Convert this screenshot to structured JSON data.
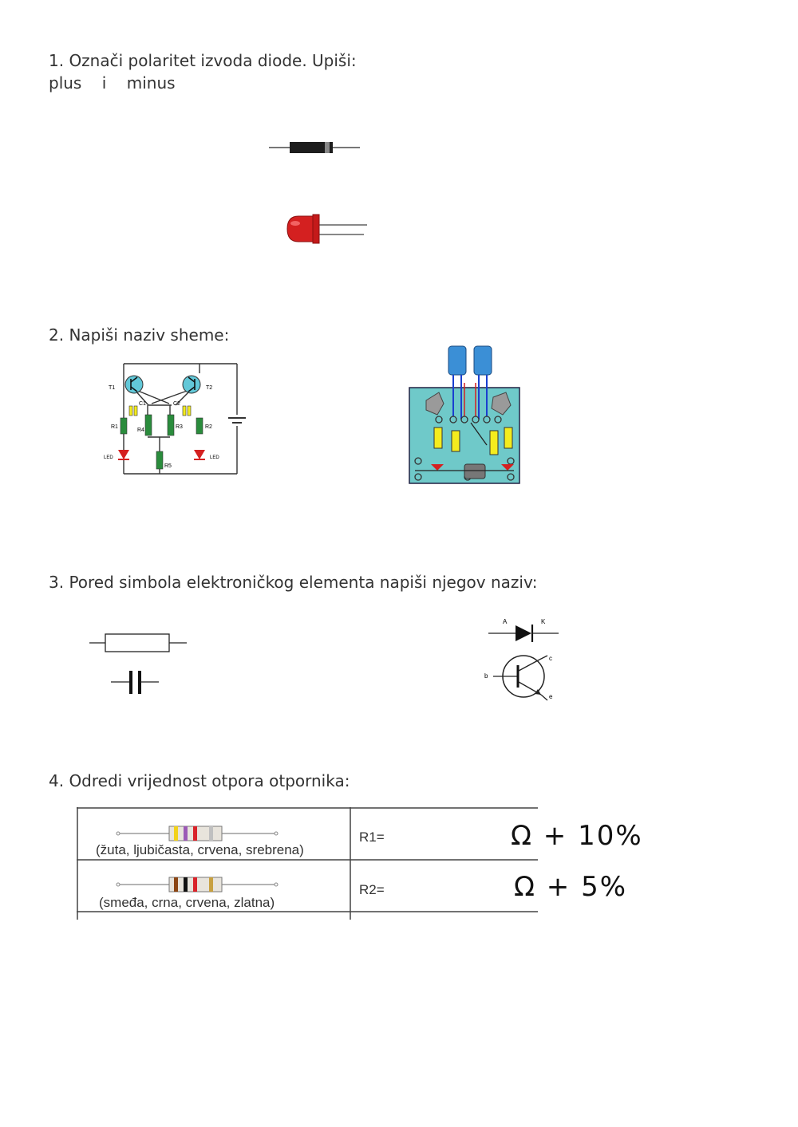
{
  "q1": {
    "line1": "1. Označi polaritet izvoda diode. Upiši:",
    "line2": "plus    i    minus"
  },
  "q2": {
    "title": "2. Napiši naziv sheme:",
    "labels": {
      "t1": "T1",
      "t2": "T2",
      "c1": "C1",
      "c2": "C2",
      "r1": "R1",
      "r2": "R2",
      "r3": "R3",
      "r4": "R4",
      "r5": "R5",
      "led1": "LED",
      "led2": "LED"
    }
  },
  "q3": {
    "title": "3. Pored simbola elektroničkog elementa napiši njegov naziv:",
    "diode": {
      "a": "A",
      "k": "K"
    },
    "transistor": {
      "b": "b",
      "c": "c",
      "e": "e"
    }
  },
  "q4": {
    "title": "4. Odredi vrijednost otpora otpornika:",
    "rows": [
      {
        "caption": "(žuta, ljubičasta, crvena, srebrena)",
        "label": "R1=",
        "answer": "Ω + 10%",
        "bands": [
          "#f2d21b",
          "#9b59b6",
          "#d9232a",
          "#c0c0c0"
        ]
      },
      {
        "caption": "(smeđa, crna, crvena, zlatna)",
        "label": "R2=",
        "answer": "Ω + 5%",
        "bands": [
          "#8b4513",
          "#111111",
          "#d9232a",
          "#c8a040"
        ]
      }
    ]
  },
  "colors": {
    "led_red": "#d42020",
    "pcb": "#6fc9c9",
    "cap_blue": "#3b8fd6",
    "resistor_green": "#2a8c3c",
    "resistor_yellow": "#f4ec1e"
  }
}
